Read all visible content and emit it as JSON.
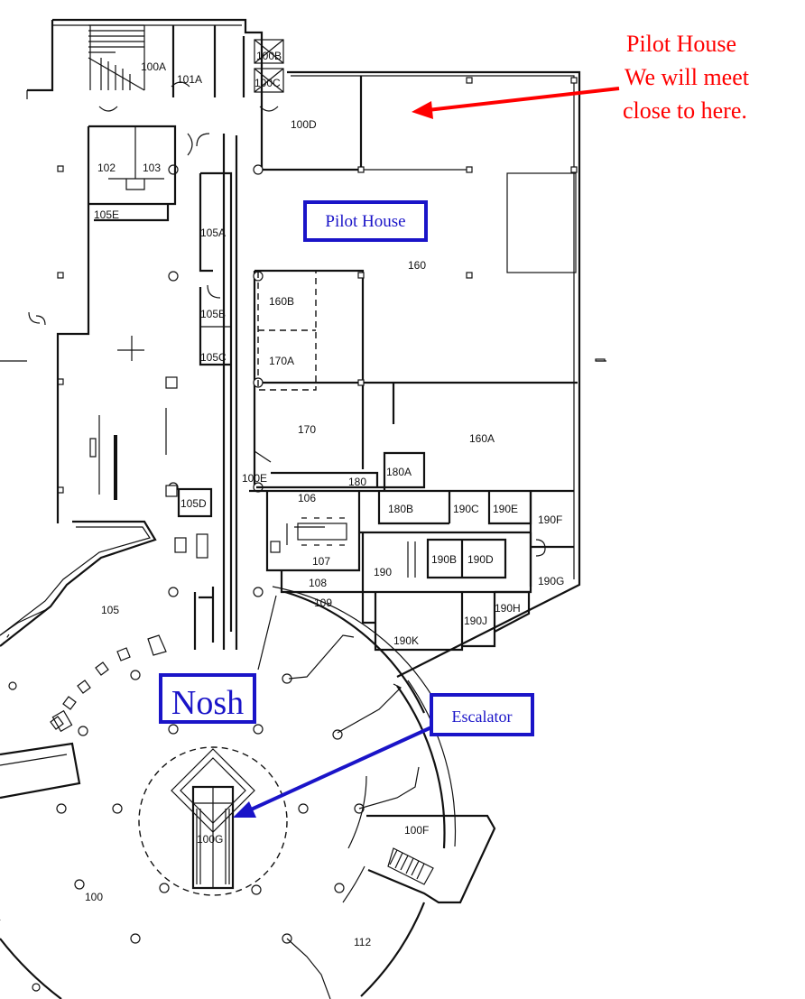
{
  "annotations": {
    "meeting_note_lines": [
      "Pilot House",
      "We will meet",
      "close to here."
    ],
    "pilot_house_box": "Pilot House",
    "nosh_box": "Nosh",
    "escalator_box": "Escalator"
  },
  "rooms": {
    "r100A": "100A",
    "r101A": "101A",
    "r100B": "100B",
    "r100C": "100C",
    "r100D": "100D",
    "r102": "102",
    "r103": "103",
    "r105E": "105E",
    "r105A": "105A",
    "r105B": "105B",
    "r105C": "105C",
    "r105D": "105D",
    "r105": "105",
    "r160": "160",
    "r160B": "160B",
    "r170A": "170A",
    "r170": "170",
    "r160A": "160A",
    "r180A": "180A",
    "r180": "180",
    "r100E": "100E",
    "r106": "106",
    "r180B": "180B",
    "r190C": "190C",
    "r190E": "190E",
    "r190F": "190F",
    "r107": "107",
    "r190": "190",
    "r190B": "190B",
    "r190D": "190D",
    "r108": "108",
    "r190G": "190G",
    "r109": "109",
    "r190H": "190H",
    "r190J": "190J",
    "r190K": "190K",
    "r100F": "100F",
    "r100G": "100G",
    "r100": "100",
    "r112": "112"
  },
  "colors": {
    "annotation_red": "#ff0000",
    "callout_blue": "#1a14c8",
    "ink": "#111111"
  }
}
